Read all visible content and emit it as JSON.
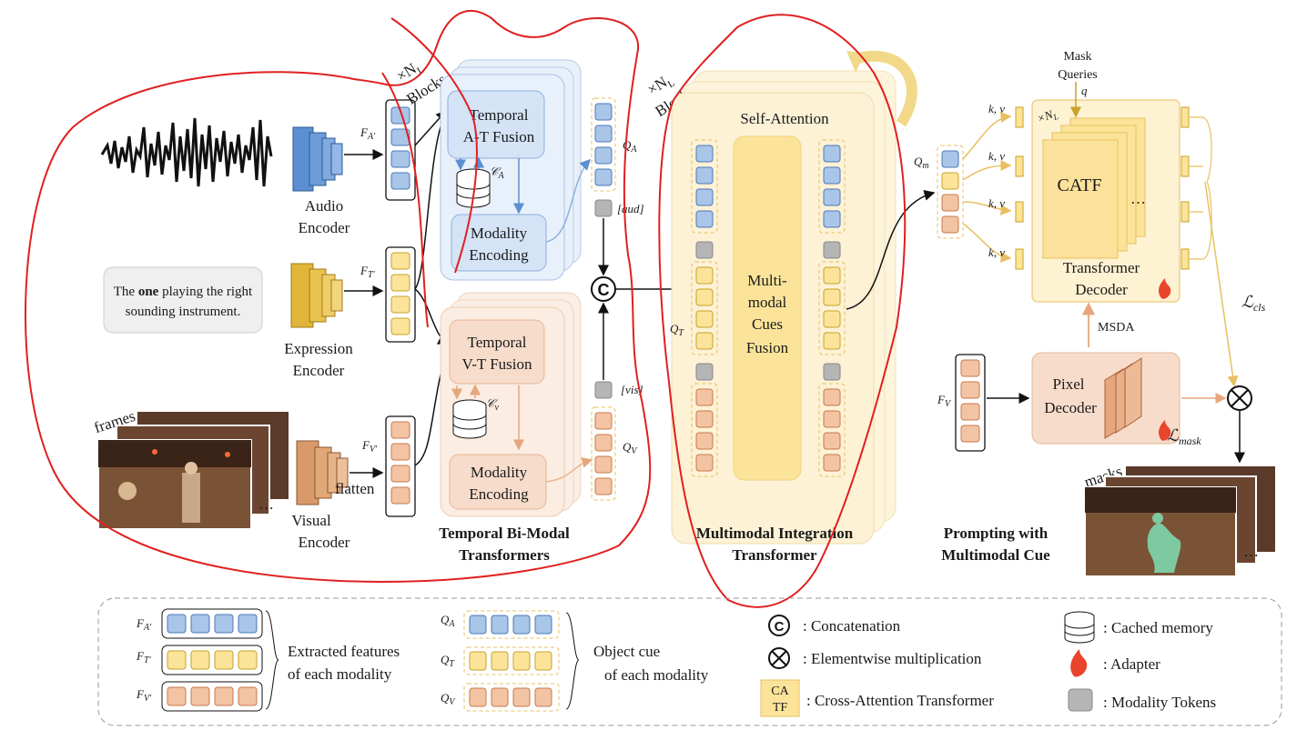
{
  "encoders": {
    "audio": [
      "Audio",
      "Encoder"
    ],
    "expression": [
      "Expression",
      "Encoder"
    ],
    "visual": [
      "Visual",
      "Encoder"
    ]
  },
  "expression_text": {
    "line1_pre": "The ",
    "line1_bold": "one",
    "line1_post": " playing the right",
    "line2": "sounding instrument."
  },
  "frames_label": "frames",
  "flatten_label": "flatten",
  "feature_labels": {
    "audio": "F_{A'}",
    "text": "F_{T'}",
    "visual": "F_{V'}",
    "pixel": "F_V"
  },
  "repeat_labels": {
    "block1": [
      "×N_L",
      "Blocks"
    ],
    "block2": [
      "×N_L",
      "Blocks"
    ],
    "decoder": "×N_L"
  },
  "tbmt": {
    "at_fusion": [
      "Temporal",
      "A-T Fusion"
    ],
    "vt_fusion": [
      "Temporal",
      "V-T Fusion"
    ],
    "modality_encoding": [
      "Modality",
      "Encoding"
    ],
    "cache_audio": "C_A",
    "cache_visual": "C_v",
    "title": [
      "Temporal Bi-Modal",
      "Transformers"
    ]
  },
  "tokens": {
    "aud": "[aud]",
    "vis": "[vis]",
    "qa": "Q_A",
    "qv": "Q_V",
    "qt": "Q_T",
    "qm": "Q_m"
  },
  "concat_symbol": "C",
  "mit": {
    "self_attention": "Self-Attention",
    "fusion": [
      "Multi-",
      "modal",
      "Cues",
      "Fusion"
    ],
    "title": [
      "Multimodal Integration",
      "Transformer"
    ]
  },
  "decoder": {
    "mask_queries": [
      "Mask",
      "Queries"
    ],
    "q": "q",
    "kv": "k, v",
    "catf": "CATF",
    "ellipsis": "…",
    "transformer_decoder": [
      "Transformer",
      "Decoder"
    ],
    "msda": "MSDA",
    "pixel_decoder": [
      "Pixel",
      "Decoder"
    ],
    "loss_cls": "cls",
    "loss_mask": "mask",
    "masks_label": "masks",
    "title": [
      "Prompting with",
      "Multimodal Cue"
    ]
  },
  "legend": {
    "features_desc": [
      "Extracted features",
      "of each modality"
    ],
    "cues_desc": [
      "Object cue",
      "of each modality"
    ],
    "concatenation": ": Concatenation",
    "elementwise": ": Elementwise multiplication",
    "catf_box": [
      "CA",
      "TF"
    ],
    "catf_desc": ": Cross-Attention Transformer",
    "cached_memory": ": Cached memory",
    "adapter": ": Adapter",
    "modality_tokens": ": Modality Tokens"
  },
  "colors": {
    "audio": "#a9c5e8",
    "audio_stroke": "#4a79b8",
    "text": "#fbe49a",
    "text_stroke": "#c9a227",
    "visual": "#f3c4a4",
    "visual_stroke": "#c9774a",
    "gray": "#b5b5b5",
    "red": "#e02020"
  }
}
